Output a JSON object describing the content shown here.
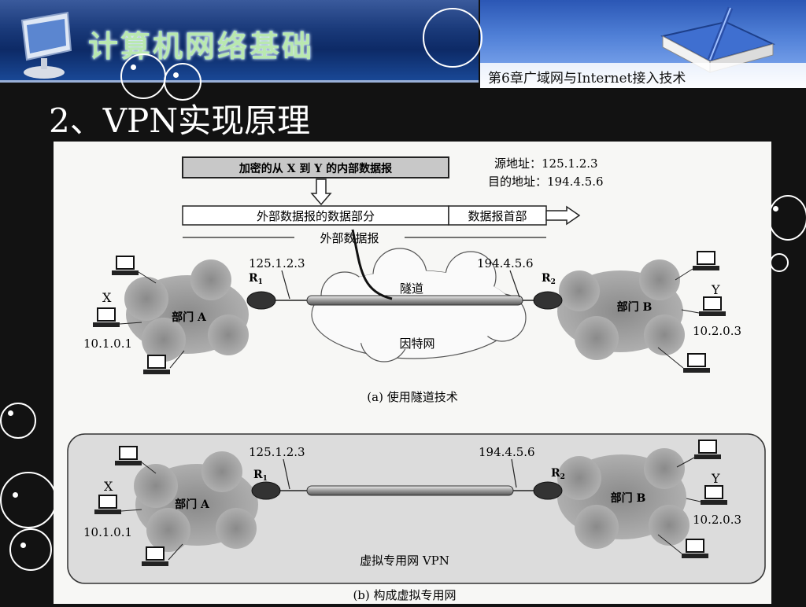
{
  "header": {
    "site_title": "计算机网络基础",
    "chapter": "第6章广域网与Internet接入技术",
    "icons": [
      "monitor-icon",
      "book-pen-icon"
    ]
  },
  "slide": {
    "title": "2、VPN实现原理"
  },
  "figure": {
    "packet": {
      "inner_label": "加密的从 X 到 Y 的内部数据报",
      "source_address": "源地址：125.1.2.3",
      "dest_address": "目的地址：194.4.5.6",
      "data_part": "外部数据报的数据部分",
      "header_part": "数据报首部",
      "outer_label": "外部数据报"
    },
    "panel_a": {
      "ip_r1": "125.1.2.3",
      "ip_r2": "194.4.5.6",
      "router1": "R",
      "router1_sub": "1",
      "router2": "R",
      "router2_sub": "2",
      "dept_a": "部门 A",
      "dept_b": "部门 B",
      "tunnel": "隧道",
      "internet": "因特网",
      "host_x": "X",
      "host_y": "Y",
      "ip_x": "10.1.0.1",
      "ip_y": "10.2.0.3",
      "caption": "(a) 使用隧道技术"
    },
    "panel_b": {
      "ip_r1": "125.1.2.3",
      "ip_r2": "194.4.5.6",
      "router1": "R",
      "router1_sub": "1",
      "router2": "R",
      "router2_sub": "2",
      "dept_a": "部门 A",
      "dept_b": "部门 B",
      "host_x": "X",
      "host_y": "Y",
      "ip_x": "10.1.0.1",
      "ip_y": "10.2.0.3",
      "vpn_label": "虚拟专用网 VPN",
      "caption": "(b) 构成虚拟专用网"
    }
  }
}
